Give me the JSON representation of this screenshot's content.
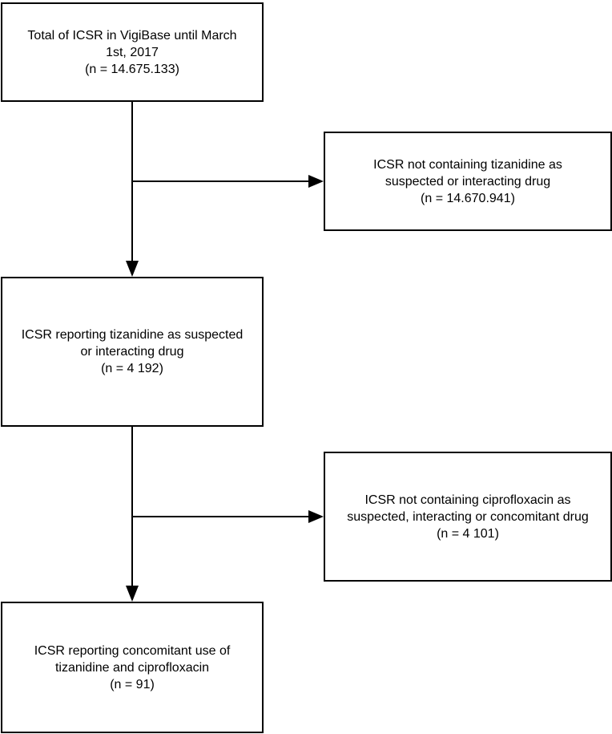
{
  "boxes": {
    "total": {
      "line1": "Total of ICSR in VigiBase until March",
      "line2": "1st, 2017",
      "count": "(n = 14.675.133)"
    },
    "no_tizanidine": {
      "line1": "ICSR not containing tizanidine as",
      "line2": "suspected or interacting drug",
      "count": "(n = 14.670.941)"
    },
    "tizanidine": {
      "line1": "ICSR reporting tizanidine as suspected",
      "line2": "or interacting drug",
      "count": "(n = 4 192)"
    },
    "no_ciprofloxacin": {
      "line1": "ICSR not containing ciprofloxacin as",
      "line2": "suspected, interacting or concomitant drug",
      "count": "(n = 4 101)"
    },
    "concomitant": {
      "line1": "ICSR reporting concomitant use of",
      "line2": "tizanidine and ciprofloxacin",
      "count": "(n = 91)"
    }
  },
  "colors": {
    "stroke": "#000000",
    "background": "#ffffff"
  }
}
